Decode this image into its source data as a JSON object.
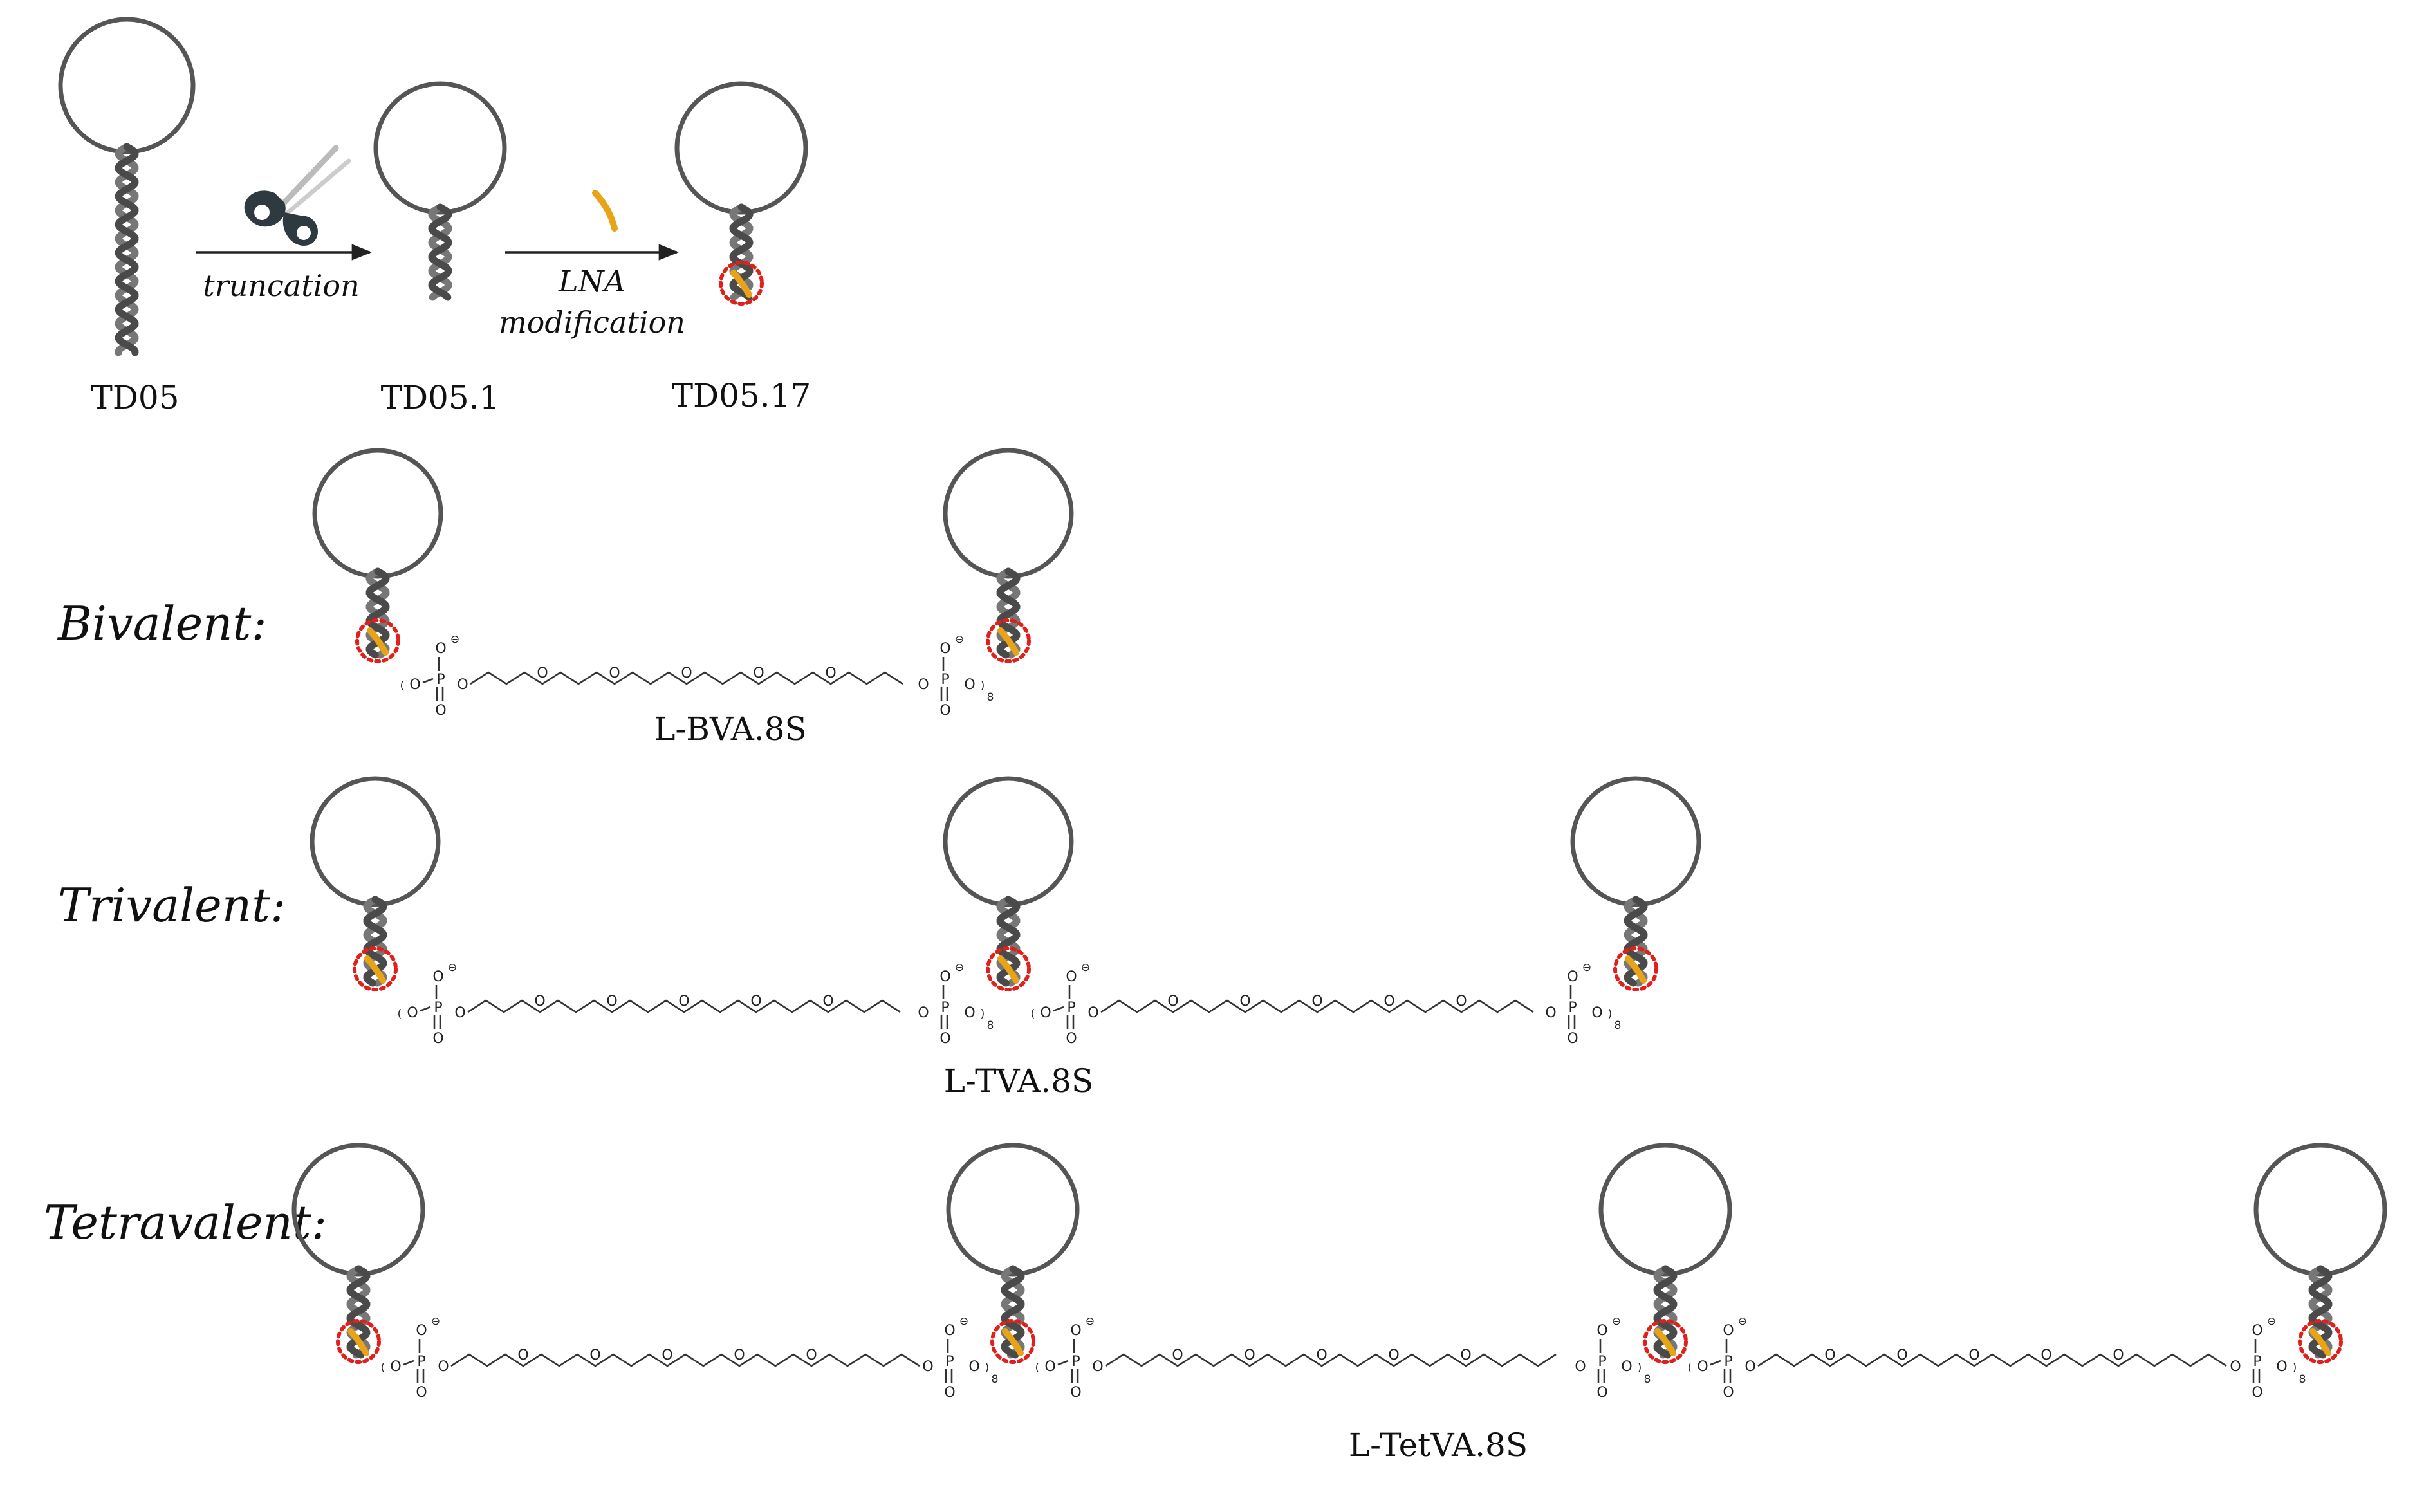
{
  "steps": {
    "td05": "TD05",
    "truncation": "truncation",
    "td05_1": "TD05.1",
    "lna_line1": "LNA",
    "lna_line2": "modification",
    "td05_17": "TD05.17"
  },
  "rows": [
    {
      "prefix": "Bivalent:",
      "name": "L-BVA.8S"
    },
    {
      "prefix": "Trivalent:",
      "name": "L-TVA.8S"
    },
    {
      "prefix": "Tetravalent:",
      "name": "L-TetVA.8S"
    }
  ],
  "linker": {
    "atom_O": "O",
    "atom_P": "P",
    "charge": "⊖",
    "repeat": "8"
  },
  "colors": {
    "loop": "#555555",
    "helix": "#4a4a4a",
    "lna": "#e8a317",
    "mark": "#e0201b"
  },
  "icons": [
    "scissors-icon",
    "lna-icon"
  ]
}
